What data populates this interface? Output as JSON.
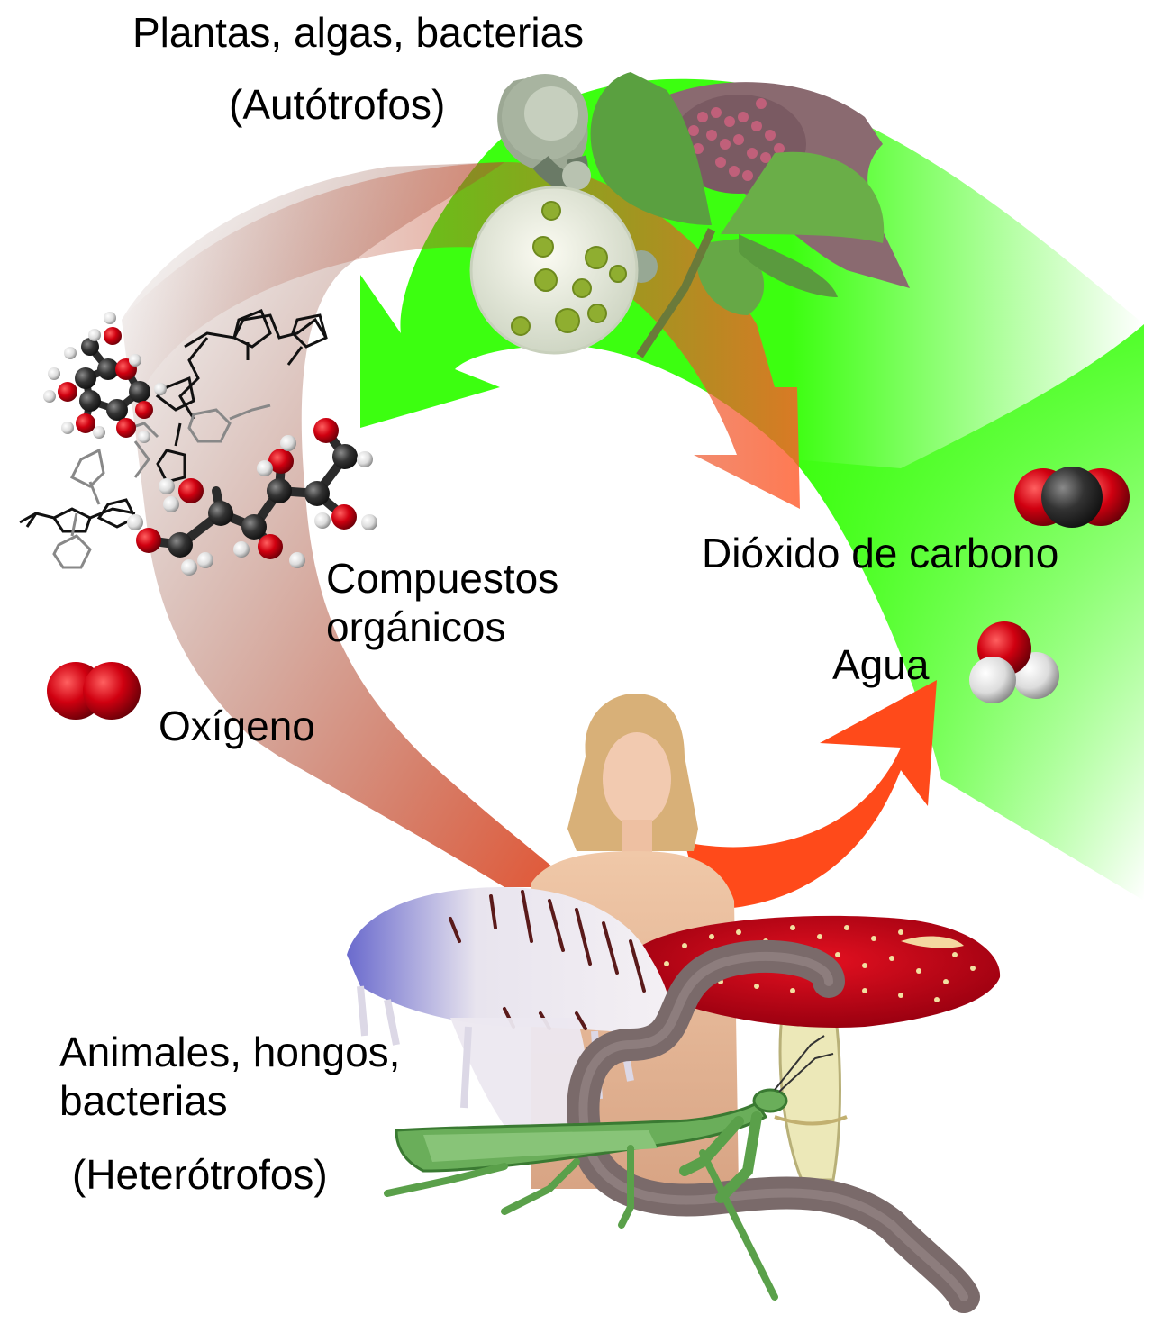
{
  "autotrophs": {
    "groups": "Plantas, algas, bacterias",
    "kind": "(Autótrofos)"
  },
  "organic_compounds": {
    "line1": "Compuestos",
    "line2": "orgánicos"
  },
  "oxygen": {
    "label": "Oxígeno",
    "icon": "oxygen-molecule-icon"
  },
  "carbon_dioxide": {
    "label": "Dióxido de carbono",
    "icon": "carbon-dioxide-molecule-icon"
  },
  "water": {
    "label": "Agua",
    "icon": "water-molecule-icon"
  },
  "heterotrophs": {
    "line1": "Animales, hongos,",
    "line2": "bacterias",
    "kind": "(Heterótrofos)"
  },
  "colors": {
    "autotroph_arrow": "#3cff10",
    "heterotroph_arrow": "#ff4a1a",
    "atom_oxygen": "#d00010",
    "atom_carbon": "#2b2b2b",
    "atom_hydrogen": "#e6e6e6"
  }
}
